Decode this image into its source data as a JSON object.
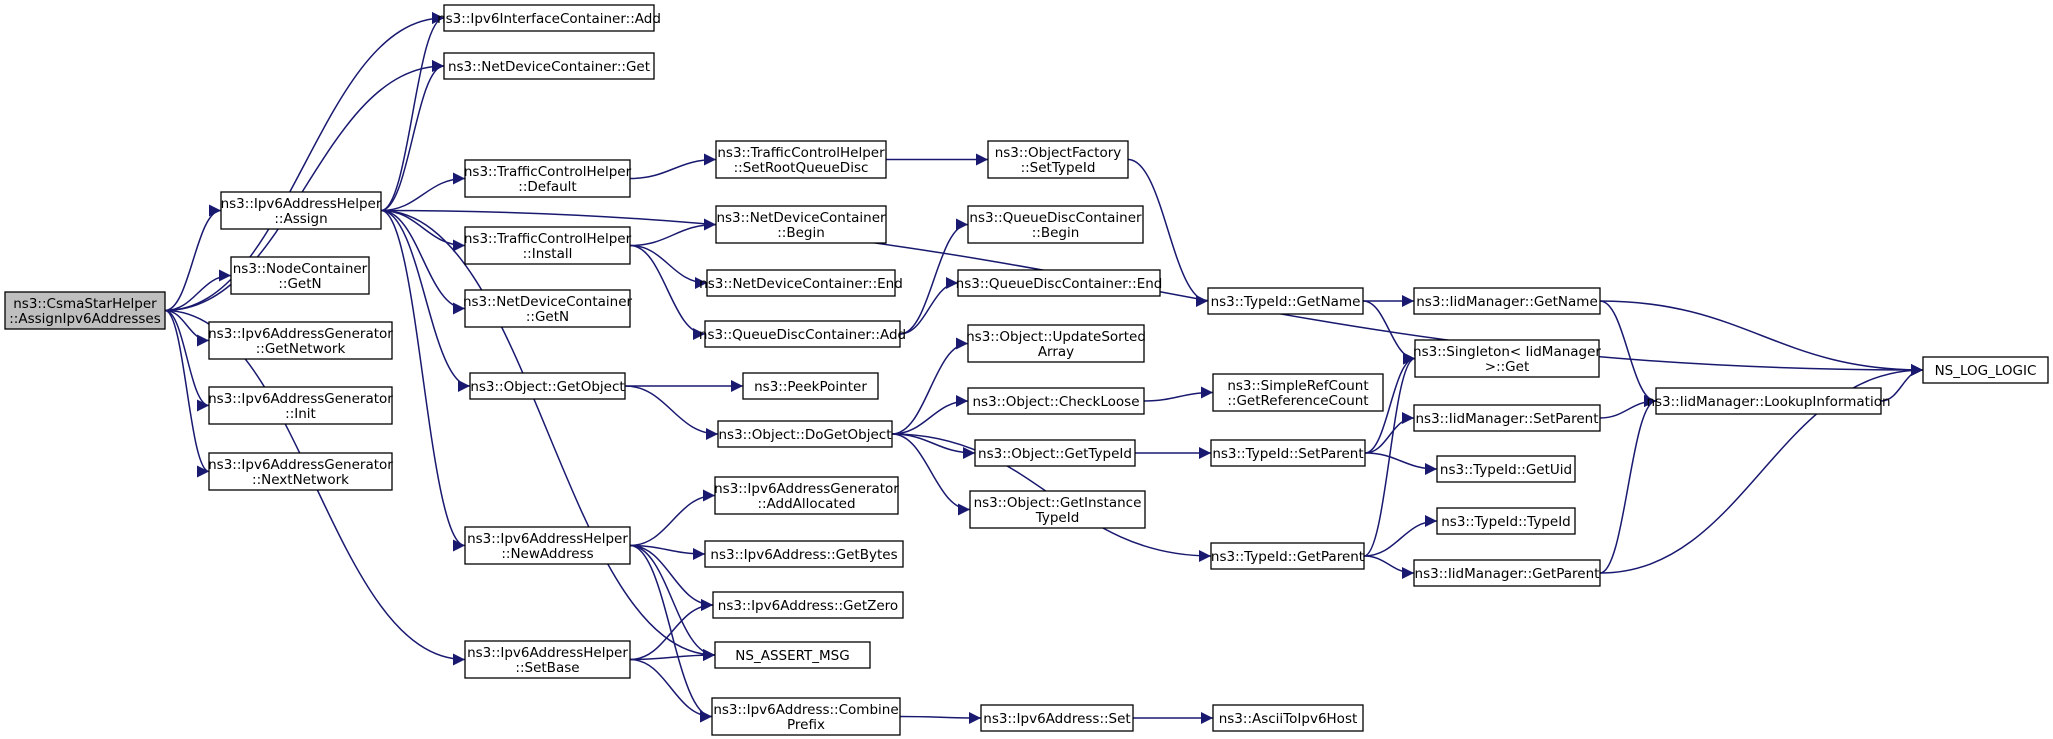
{
  "nodes": [
    {
      "id": "root",
      "lines": [
        "ns3::CsmaStarHelper",
        "::AssignIpv6Addresses"
      ],
      "root": true
    },
    {
      "id": "ipv6ic_add",
      "lines": [
        "ns3::Ipv6InterfaceContainer::Add"
      ]
    },
    {
      "id": "ndc_get",
      "lines": [
        "ns3::NetDeviceContainer::Get"
      ]
    },
    {
      "id": "iah_assign",
      "lines": [
        "ns3::Ipv6AddressHelper",
        "::Assign"
      ]
    },
    {
      "id": "nc_getn",
      "lines": [
        "ns3::NodeContainer",
        "::GetN"
      ]
    },
    {
      "id": "iag_getnetwork",
      "lines": [
        "ns3::Ipv6AddressGenerator",
        "::GetNetwork"
      ]
    },
    {
      "id": "iag_init",
      "lines": [
        "ns3::Ipv6AddressGenerator",
        "::Init"
      ]
    },
    {
      "id": "iag_nextnetwork",
      "lines": [
        "ns3::Ipv6AddressGenerator",
        "::NextNetwork"
      ]
    },
    {
      "id": "iah_setbase",
      "lines": [
        "ns3::Ipv6AddressHelper",
        "::SetBase"
      ]
    },
    {
      "id": "tch_default",
      "lines": [
        "ns3::TrafficControlHelper",
        "::Default"
      ]
    },
    {
      "id": "tch_install",
      "lines": [
        "ns3::TrafficControlHelper",
        "::Install"
      ]
    },
    {
      "id": "ndc_getn",
      "lines": [
        "ns3::NetDeviceContainer",
        "::GetN"
      ]
    },
    {
      "id": "obj_getobject",
      "lines": [
        "ns3::Object::GetObject"
      ]
    },
    {
      "id": "iah_newaddress",
      "lines": [
        "ns3::Ipv6AddressHelper",
        "::NewAddress"
      ]
    },
    {
      "id": "tch_setroot",
      "lines": [
        "ns3::TrafficControlHelper",
        "::SetRootQueueDisc"
      ]
    },
    {
      "id": "ndc_begin",
      "lines": [
        "ns3::NetDeviceContainer",
        "::Begin"
      ]
    },
    {
      "id": "ndc_end",
      "lines": [
        "ns3::NetDeviceContainer::End"
      ]
    },
    {
      "id": "qdc_add",
      "lines": [
        "ns3::QueueDiscContainer::Add"
      ]
    },
    {
      "id": "peekpointer",
      "lines": [
        "ns3::PeekPointer"
      ]
    },
    {
      "id": "obj_dogetobject",
      "lines": [
        "ns3::Object::DoGetObject"
      ]
    },
    {
      "id": "iag_addallocated",
      "lines": [
        "ns3::Ipv6AddressGenerator",
        "::AddAllocated"
      ]
    },
    {
      "id": "ia_getbytes",
      "lines": [
        "ns3::Ipv6Address::GetBytes"
      ]
    },
    {
      "id": "ia_getzero",
      "lines": [
        "ns3::Ipv6Address::GetZero"
      ]
    },
    {
      "id": "ns_assert_msg",
      "lines": [
        "NS_ASSERT_MSG"
      ]
    },
    {
      "id": "ia_combineprefix",
      "lines": [
        "ns3::Ipv6Address::Combine",
        "Prefix"
      ]
    },
    {
      "id": "of_settypeid",
      "lines": [
        "ns3::ObjectFactory",
        "::SetTypeId"
      ]
    },
    {
      "id": "qdc_begin",
      "lines": [
        "ns3::QueueDiscContainer",
        "::Begin"
      ]
    },
    {
      "id": "qdc_end",
      "lines": [
        "ns3::QueueDiscContainer::End"
      ]
    },
    {
      "id": "obj_updatesorted",
      "lines": [
        "ns3::Object::UpdateSorted",
        "Array"
      ]
    },
    {
      "id": "obj_checkloose",
      "lines": [
        "ns3::Object::CheckLoose"
      ]
    },
    {
      "id": "obj_gettypeid",
      "lines": [
        "ns3::Object::GetTypeId"
      ]
    },
    {
      "id": "obj_getinstance",
      "lines": [
        "ns3::Object::GetInstance",
        "TypeId"
      ]
    },
    {
      "id": "ia_set",
      "lines": [
        "ns3::Ipv6Address::Set"
      ]
    },
    {
      "id": "tid_getname",
      "lines": [
        "ns3::TypeId::GetName"
      ]
    },
    {
      "id": "src_getrefcount",
      "lines": [
        "ns3::SimpleRefCount",
        "::GetReferenceCount"
      ]
    },
    {
      "id": "tid_setparent",
      "lines": [
        "ns3::TypeId::SetParent"
      ]
    },
    {
      "id": "tid_getparent",
      "lines": [
        "ns3::TypeId::GetParent"
      ]
    },
    {
      "id": "asciitoipv6host",
      "lines": [
        "ns3::AsciiToIpv6Host"
      ]
    },
    {
      "id": "iim_getname",
      "lines": [
        "ns3::IidManager::GetName"
      ]
    },
    {
      "id": "singleton_get",
      "lines": [
        "ns3::Singleton< IidManager",
        " >::Get"
      ]
    },
    {
      "id": "iim_setparent",
      "lines": [
        "ns3::IidManager::SetParent"
      ]
    },
    {
      "id": "tid_getuid",
      "lines": [
        "ns3::TypeId::GetUid"
      ]
    },
    {
      "id": "tid_typeid",
      "lines": [
        "ns3::TypeId::TypeId"
      ]
    },
    {
      "id": "iim_getparent",
      "lines": [
        "ns3::IidManager::GetParent"
      ]
    },
    {
      "id": "iim_lookup",
      "lines": [
        "ns3::IidManager::LookupInformation"
      ]
    },
    {
      "id": "ns_log_logic",
      "lines": [
        "NS_LOG_LOGIC"
      ]
    }
  ],
  "edges": [
    [
      "root",
      "ipv6ic_add"
    ],
    [
      "root",
      "ndc_get"
    ],
    [
      "root",
      "iah_assign"
    ],
    [
      "root",
      "nc_getn"
    ],
    [
      "root",
      "iag_getnetwork"
    ],
    [
      "root",
      "iag_init"
    ],
    [
      "root",
      "iag_nextnetwork"
    ],
    [
      "root",
      "iah_setbase"
    ],
    [
      "iah_assign",
      "ipv6ic_add"
    ],
    [
      "iah_assign",
      "ndc_get"
    ],
    [
      "iah_assign",
      "ns_log_logic"
    ],
    [
      "iah_assign",
      "tch_default"
    ],
    [
      "iah_assign",
      "tch_install"
    ],
    [
      "iah_assign",
      "ndc_getn"
    ],
    [
      "iah_assign",
      "obj_getobject"
    ],
    [
      "iah_assign",
      "iah_newaddress"
    ],
    [
      "iah_assign",
      "ns_assert_msg"
    ],
    [
      "tch_default",
      "tch_setroot"
    ],
    [
      "tch_setroot",
      "of_settypeid"
    ],
    [
      "of_settypeid",
      "tid_getname"
    ],
    [
      "tch_install",
      "ndc_begin"
    ],
    [
      "tch_install",
      "ndc_end"
    ],
    [
      "tch_install",
      "qdc_add"
    ],
    [
      "qdc_add",
      "qdc_begin"
    ],
    [
      "qdc_add",
      "qdc_end"
    ],
    [
      "obj_getobject",
      "peekpointer"
    ],
    [
      "obj_getobject",
      "obj_dogetobject"
    ],
    [
      "obj_dogetobject",
      "obj_updatesorted"
    ],
    [
      "obj_dogetobject",
      "obj_checkloose"
    ],
    [
      "obj_dogetobject",
      "obj_gettypeid"
    ],
    [
      "obj_dogetobject",
      "obj_getinstance"
    ],
    [
      "obj_dogetobject",
      "tid_getparent"
    ],
    [
      "obj_checkloose",
      "src_getrefcount"
    ],
    [
      "obj_gettypeid",
      "tid_setparent"
    ],
    [
      "iah_newaddress",
      "iag_addallocated"
    ],
    [
      "iah_newaddress",
      "ia_getbytes"
    ],
    [
      "iah_newaddress",
      "ia_getzero"
    ],
    [
      "iah_newaddress",
      "ns_assert_msg"
    ],
    [
      "iah_newaddress",
      "ia_combineprefix"
    ],
    [
      "iah_setbase",
      "ia_getzero"
    ],
    [
      "iah_setbase",
      "ns_assert_msg"
    ],
    [
      "iah_setbase",
      "ia_combineprefix"
    ],
    [
      "ia_combineprefix",
      "ia_set"
    ],
    [
      "ia_set",
      "asciitoipv6host"
    ],
    [
      "tid_getname",
      "iim_getname"
    ],
    [
      "tid_getname",
      "singleton_get"
    ],
    [
      "iim_getname",
      "iim_lookup"
    ],
    [
      "iim_getname",
      "ns_log_logic"
    ],
    [
      "tid_setparent",
      "singleton_get"
    ],
    [
      "tid_setparent",
      "iim_setparent"
    ],
    [
      "tid_setparent",
      "tid_getuid"
    ],
    [
      "tid_getparent",
      "singleton_get"
    ],
    [
      "tid_getparent",
      "tid_typeid"
    ],
    [
      "tid_getparent",
      "iim_getparent"
    ],
    [
      "iim_setparent",
      "iim_lookup"
    ],
    [
      "iim_getparent",
      "iim_lookup"
    ],
    [
      "iim_getparent",
      "ns_log_logic"
    ],
    [
      "iim_lookup",
      "ns_log_logic"
    ]
  ]
}
